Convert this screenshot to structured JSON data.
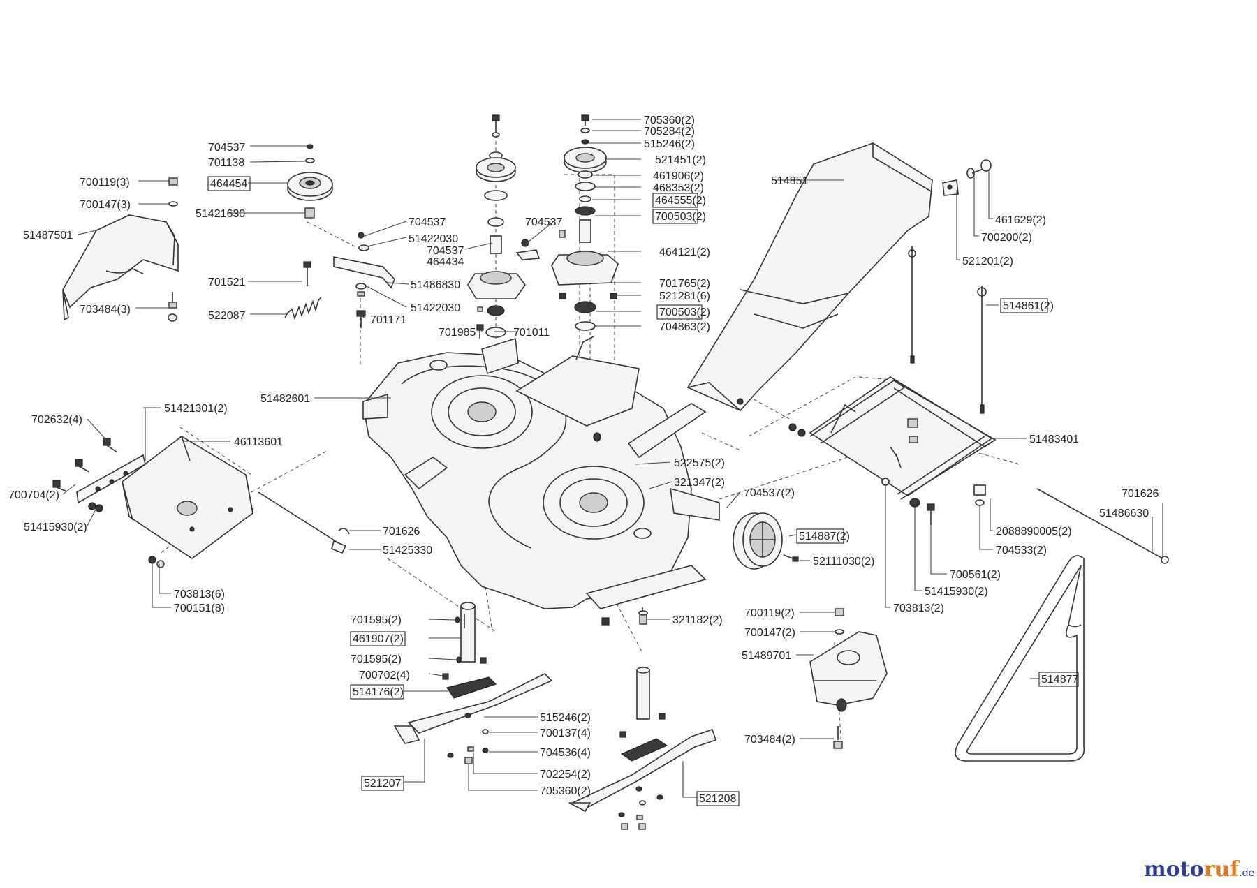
{
  "diagram": {
    "labels": {
      "p704537_a": "704537",
      "p701138": "701138",
      "p464454": "464454",
      "p700119_3": "700119(3)",
      "p700147_3": "700147(3)",
      "p51421630": "51421630",
      "p51487501": "51487501",
      "p701521": "701521",
      "p703484_3": "703484(3)",
      "p522087": "522087",
      "p704537_b": "704537",
      "p51422030_a": "51422030",
      "p51486830": "51486830",
      "p51422030_b": "51422030",
      "p701171": "701171",
      "p704537_c": "704537",
      "p704537_d": "704537",
      "p464434": "464434",
      "p701985": "701985",
      "p701011": "701011",
      "p705360_2a": "705360(2)",
      "p705284_2": "705284(2)",
      "p515246_2a": "515246(2)",
      "p521451_2": "521451(2)",
      "p461906_2": "461906(2)",
      "p468353_2": "468353(2)",
      "p464555_2": "464555(2)",
      "p700503_2a": "700503(2)",
      "p464121_2": "464121(2)",
      "p701765_2": "701765(2)",
      "p521281_6": "521281(6)",
      "p700503_2b": "700503(2)",
      "p704863_2": "704863(2)",
      "p514851": "514851",
      "p461629_2": "461629(2)",
      "p700200_2": "700200(2)",
      "p521201_2": "521201(2)",
      "p514861_2": "514861(2)",
      "p51482601": "51482601",
      "p51483401": "51483401",
      "p702632_4": "702632(4)",
      "p51421301_2": "51421301(2)",
      "p46113601": "46113601",
      "p700704_2": "700704(2)",
      "p51415930_2a": "51415930(2)",
      "p522575_2": "522575(2)",
      "p321347_2": "321347(2)",
      "p704537_2": "704537(2)",
      "p514887_2": "514887(2)",
      "p52111030_2": "52111030(2)",
      "p701626_a": "701626",
      "p51425330": "51425330",
      "p703813_6": "703813(6)",
      "p700151_8": "700151(8)",
      "p701626_b": "701626",
      "p51486630": "51486630",
      "p2088890005_2": "2088890005(2)",
      "p704533_2": "704533(2)",
      "p700561_2": "700561(2)",
      "p51415930_2b": "51415930(2)",
      "p703813_2": "703813(2)",
      "p321182_2": "321182(2)",
      "p700119_2": "700119(2)",
      "p700147_2": "700147(2)",
      "p51489701": "51489701",
      "p703484_2": "703484(2)",
      "p514877": "514877",
      "p701595_2a": "701595(2)",
      "p461907_2": "461907(2)",
      "p701595_2b": "701595(2)",
      "p700702_4": "700702(4)",
      "p514176_2": "514176(2)",
      "p515246_2b": "515246(2)",
      "p700137_4": "700137(4)",
      "p704536_4": "704536(4)",
      "p702254_2": "702254(2)",
      "p705360_2b": "705360(2)",
      "p521207": "521207",
      "p521208": "521208"
    },
    "watermark": {
      "part1": "moto",
      "part2": "ruf",
      "part3": ".de"
    }
  }
}
